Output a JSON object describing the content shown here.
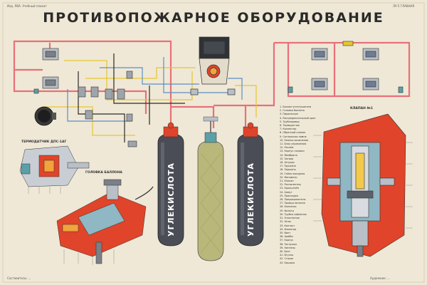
{
  "title": "ПРОТИВОПОЖАРНОЕ ОБОРУДОВАНИЕ",
  "top_left_note": "Изд. ЛВА. Учебный плакат",
  "top_right_note": "ЛУ-5 ГЛАВНАЯ",
  "labels": {
    "sensor": "ТЕРМОДАТЧИК ДПС-1АГ",
    "head": "ГОЛОВКА БАЛЛОНА",
    "squib_valve": "КЛАПАН №1"
  },
  "cylinders": [
    {
      "label": "УГЛЕКИСЛОТА",
      "color": "#4a4d55"
    },
    {
      "label": "",
      "color": "#b9b77a"
    },
    {
      "label": "УГЛЕКИСЛОТА",
      "color": "#4a4d55"
    }
  ],
  "legend_items": [
    "1. Баллон огнетушителя",
    "2. Головка баллона",
    "3. Пиропатрон",
    "4. Распределительный кран",
    "5. Трубопровод",
    "6. Термодатчик",
    "7. Коллектор",
    "8. Обратный клапан",
    "9. Сигнальная лампа",
    "10. Кнопка включения",
    "11. Блок управления",
    "12. Разъём",
    "13. Корпус головки",
    "14. Мембрана",
    "15. Затвор",
    "16. Штуцер",
    "17. Пружина",
    "18. Поршень",
    "19. Гайка накидная",
    "20. Манометр",
    "21. Клапан",
    "22. Распылитель",
    "23. Кронштейн",
    "24. Хомут",
    "25. Прокладка",
    "26. Предохранитель",
    "27. Провод питания",
    "28. Колпачок",
    "29. Фильтр",
    "30. Трубка сифонная",
    "31. Уплотнение",
    "32. Шток",
    "33. Контакт",
    "34. Изолятор",
    "35. Винт",
    "36. Шайба",
    "37. Корпус",
    "38. Заглушка",
    "39. Ниппель",
    "40. Болт",
    "41. Втулка",
    "42. Стакан",
    "43. Крышка"
  ],
  "colors": {
    "pipe_red": "#e8707a",
    "wire_yellow": "#e6c532",
    "wire_blue": "#5a8fc9",
    "wire_black": "#2a2a2a",
    "cutaway_red": "#e0442a",
    "background": "#efe8d6"
  },
  "footer_left": "Составитель: ...",
  "footer_right": "Художник: ..."
}
